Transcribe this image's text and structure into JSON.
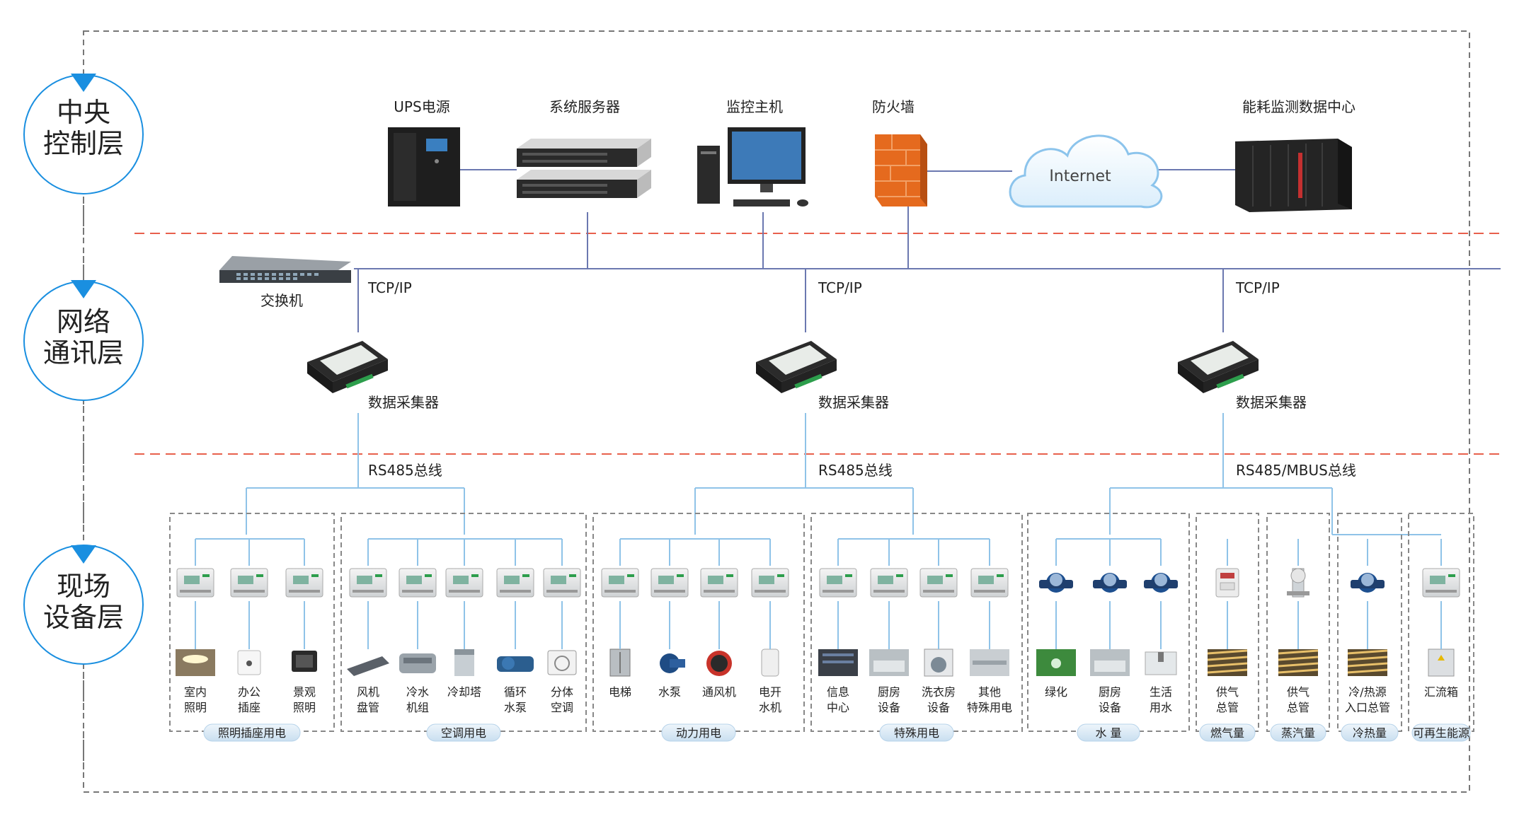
{
  "layers": {
    "central": [
      "中央",
      "控制层"
    ],
    "network": [
      "网络",
      "通讯层"
    ],
    "field": [
      "现场",
      "设备层"
    ]
  },
  "central": {
    "ups": "UPS电源",
    "server": "系统服务器",
    "monitor": "监控主机",
    "firewall": "防火墙",
    "internet": "Internet",
    "datacenter": "能耗监测数据中心"
  },
  "network": {
    "switch": "交换机",
    "tcp": [
      "TCP/IP",
      "TCP/IP",
      "TCP/IP"
    ],
    "collector": [
      "数据采集器",
      "数据采集器",
      "数据采集器"
    ],
    "bus": [
      "RS485总线",
      "RS485总线",
      "RS485/MBUS总线"
    ]
  },
  "groups": [
    {
      "label": "照明插座用电",
      "items": [
        [
          "室内",
          "照明"
        ],
        [
          "办公",
          "插座"
        ],
        [
          "景观",
          "照明"
        ]
      ]
    },
    {
      "label": "空调用电",
      "items": [
        [
          "风机",
          "盘管"
        ],
        [
          "冷水",
          "机组"
        ],
        [
          "冷却塔"
        ],
        [
          "循环",
          "水泵"
        ],
        [
          "分体",
          "空调"
        ]
      ]
    },
    {
      "label": "动力用电",
      "items": [
        [
          "电梯"
        ],
        [
          "水泵"
        ],
        [
          "通风机"
        ],
        [
          "电开",
          "水机"
        ]
      ]
    },
    {
      "label": "特殊用电",
      "items": [
        [
          "信息",
          "中心"
        ],
        [
          "厨房",
          "设备"
        ],
        [
          "洗衣房",
          "设备"
        ],
        [
          "其他",
          "特殊用电"
        ]
      ]
    },
    {
      "label": "水 量",
      "items": [
        [
          "绿化"
        ],
        [
          "厨房",
          "设备"
        ],
        [
          "生活",
          "用水"
        ]
      ]
    },
    {
      "label": "燃气量",
      "items": [
        [
          "供气",
          "总管"
        ]
      ]
    },
    {
      "label": "蒸汽量",
      "items": [
        [
          "供气",
          "总管"
        ]
      ]
    },
    {
      "label": "冷热量",
      "items": [
        [
          "冷/热源",
          "入口总管"
        ]
      ]
    },
    {
      "label": "可再生能源",
      "items": [
        [
          "汇流箱"
        ]
      ]
    }
  ],
  "colors": {
    "accent": "#1a8fe0",
    "line": "#8fc3e8",
    "dash": "#e8604c",
    "border": "#777777"
  }
}
